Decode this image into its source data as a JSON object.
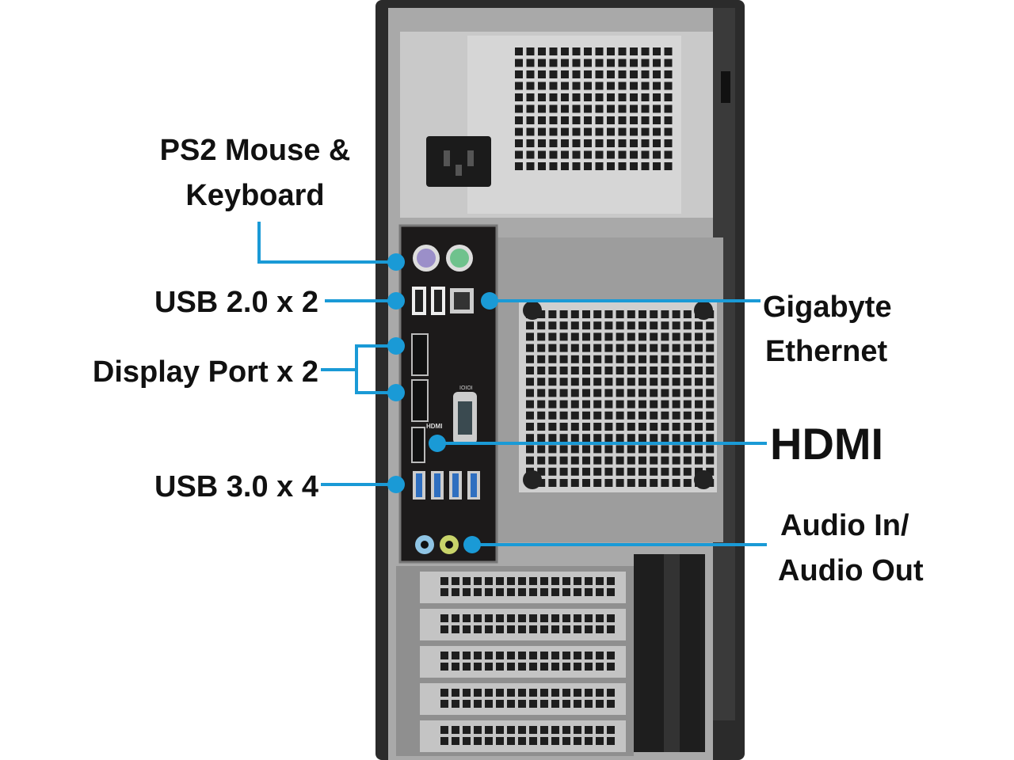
{
  "labels": {
    "ps2_line1": "PS2 Mouse &",
    "ps2_line2": "Keyboard",
    "usb2": "USB 2.0 x 2",
    "displayport": "Display Port x 2",
    "usb3": "USB 3.0 x 4",
    "ethernet_line1": "Gigabyte",
    "ethernet_line2": "Ethernet",
    "hdmi": "HDMI",
    "audio_line1": "Audio In/",
    "audio_line2": "Audio Out"
  },
  "port_markings": {
    "hdmi": "HDMI",
    "serial": "IOIOI"
  },
  "colors": {
    "callout": "#1a9ad6",
    "ps2_mouse": "#9b8fc9",
    "ps2_keyboard": "#6fc28d",
    "usb3": "#2f6fc0",
    "audio_in": "#8fc4e4",
    "audio_out": "#c8d46a"
  }
}
